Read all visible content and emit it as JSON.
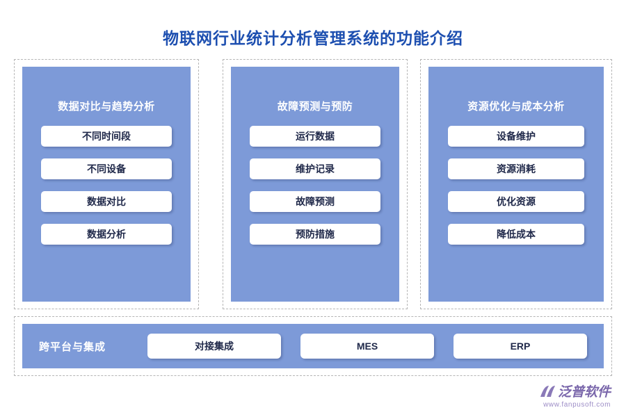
{
  "page": {
    "title": "物联网行业统计分析管理系统的功能介绍"
  },
  "panels": [
    {
      "title": "数据对比与趋势分析",
      "items": [
        "不同时间段",
        "不同设备",
        "数据对比",
        "数据分析"
      ]
    },
    {
      "title": "故障预测与预防",
      "items": [
        "运行数据",
        "维护记录",
        "故障预测",
        "预防措施"
      ]
    },
    {
      "title": "资源优化与成本分析",
      "items": [
        "设备维护",
        "资源消耗",
        "优化资源",
        "降低成本"
      ]
    }
  ],
  "bottom": {
    "title": "跨平台与集成",
    "items": [
      "对接集成",
      "MES",
      "ERP"
    ]
  },
  "logo": {
    "name": "泛普软件",
    "url": "www.fanpusoft.com"
  },
  "colors": {
    "title_blue": "#1d4fb0",
    "panel_blue": "#7d9ad8",
    "pill_text": "#20294a",
    "dashed_border": "#b5b5b5",
    "logo_purple": "#7a67ab"
  }
}
